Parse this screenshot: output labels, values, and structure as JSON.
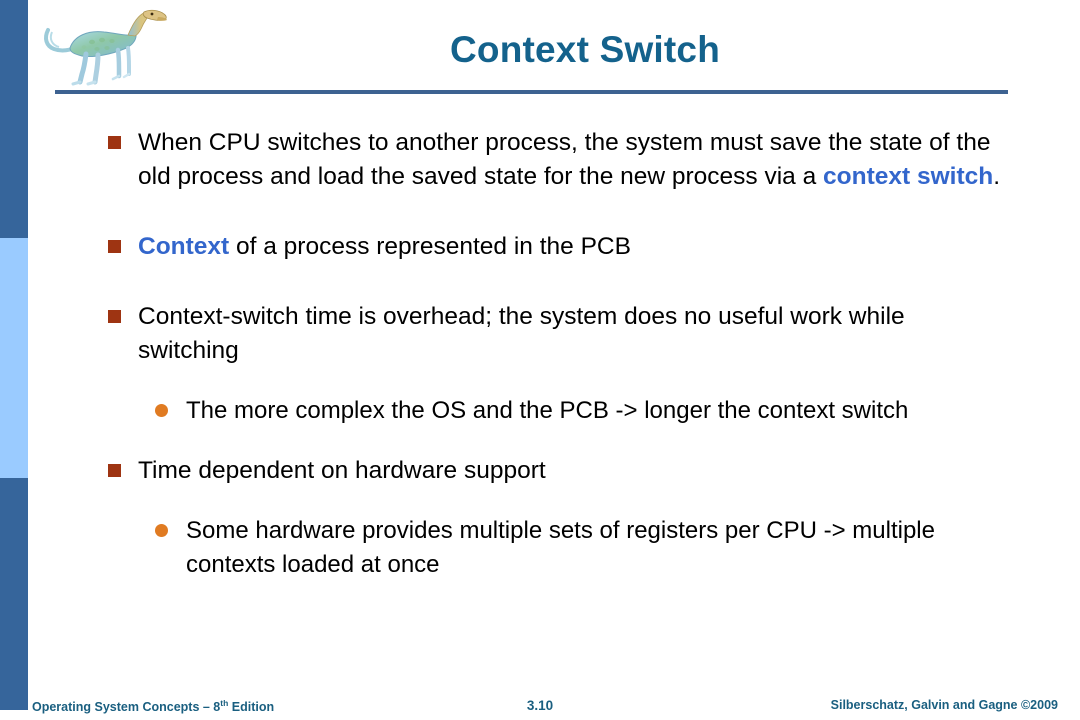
{
  "slide": {
    "title": "Context Switch",
    "accent_color": "#14628c",
    "rule_color": "#3d6291",
    "highlight_color": "#3366cc",
    "bullet_square_color": "#9e3412",
    "bullet_dot_color": "#e07b22",
    "sidebar_dark_color": "#36659b",
    "sidebar_light_color": "#9acbff"
  },
  "logo": {
    "name": "dinosaur-logo"
  },
  "bullets": [
    {
      "level": 1,
      "marker": "square",
      "segments": [
        {
          "text": "When CPU switches to another process, the system must save the state of the old process and load the saved state for the new process via a ",
          "style": "normal"
        },
        {
          "text": "context switch",
          "style": "highlight"
        },
        {
          "text": ".",
          "style": "normal"
        }
      ]
    },
    {
      "level": 1,
      "marker": "square",
      "segments": [
        {
          "text": "Context",
          "style": "highlight"
        },
        {
          "text": " of a process represented in the PCB",
          "style": "normal"
        }
      ]
    },
    {
      "level": 1,
      "marker": "square",
      "segments": [
        {
          "text": "Context-switch time is overhead; the system does no useful work while switching",
          "style": "normal"
        }
      ]
    },
    {
      "level": 2,
      "marker": "dot",
      "segments": [
        {
          "text": "The more complex the OS and the PCB -> longer the context switch",
          "style": "normal"
        }
      ]
    },
    {
      "level": 1,
      "marker": "square",
      "segments": [
        {
          "text": "Time dependent on hardware support",
          "style": "normal"
        }
      ]
    },
    {
      "level": 2,
      "marker": "dot",
      "segments": [
        {
          "text": "Some hardware provides multiple sets of registers per CPU -> multiple contexts loaded at once",
          "style": "normal"
        }
      ]
    }
  ],
  "footer": {
    "left_main": "Operating System Concepts – 8",
    "left_sup": "th",
    "left_tail": " Edition",
    "page_number": "3.10",
    "right": "Silberschatz, Galvin and Gagne ©2009"
  }
}
